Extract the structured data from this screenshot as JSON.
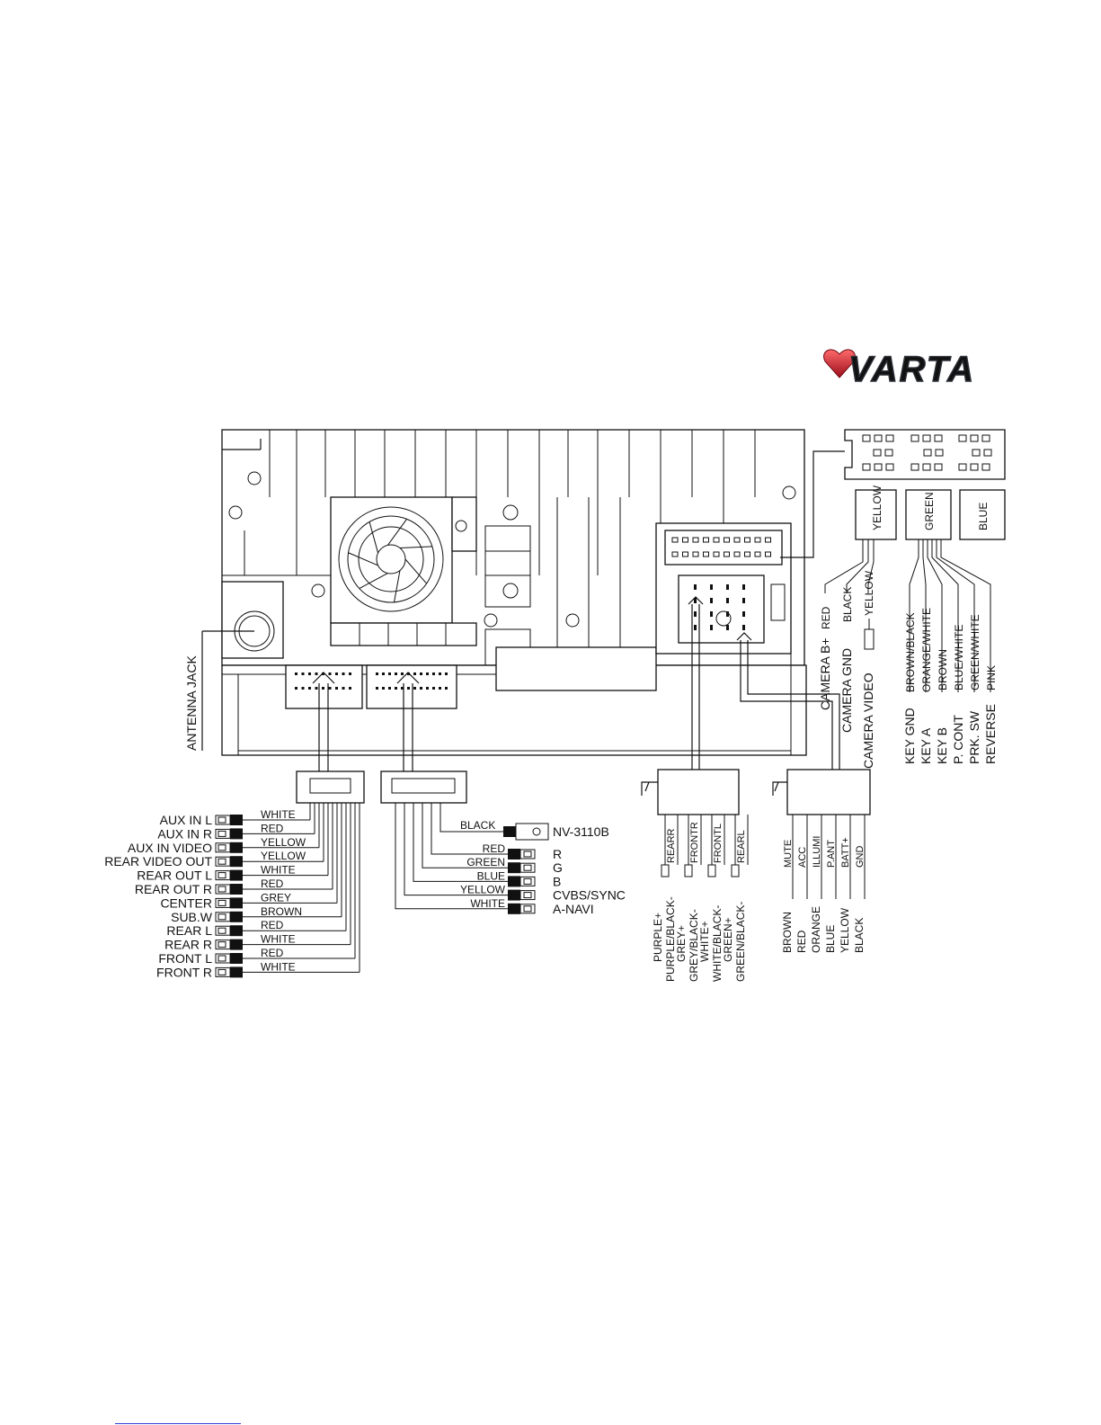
{
  "logo": {
    "text": "VARTA",
    "colors": {
      "red": "#c8182a",
      "steel": "#8c95a3",
      "dark": "#2c3038"
    }
  },
  "unit": {
    "antenna_label": "ANTENNA JACK"
  },
  "left_harness": {
    "labels": [
      "AUX IN L",
      "AUX IN R",
      "AUX IN VIDEO",
      "REAR VIDEO OUT",
      "REAR OUT L",
      "REAR OUT R",
      "CENTER",
      "SUB.W",
      "REAR L",
      "REAR R",
      "FRONT L",
      "FRONT R"
    ],
    "wire_colors": [
      "WHITE",
      "RED",
      "YELLOW",
      "YELLOW",
      "WHITE",
      "RED",
      "GREY",
      "BROWN",
      "RED",
      "WHITE",
      "RED",
      "WHITE"
    ]
  },
  "video_harness": {
    "camera": {
      "wire": "BLACK",
      "label": "NV-3110B"
    },
    "outputs": [
      {
        "wire": "RED",
        "label": "R"
      },
      {
        "wire": "GREEN",
        "label": "G"
      },
      {
        "wire": "BLUE",
        "label": "B"
      },
      {
        "wire": "YELLOW",
        "label": "CVBS/SYNC"
      },
      {
        "wire": "WHITE",
        "label": "A-NAVI"
      }
    ]
  },
  "speaker_harness": {
    "channels": [
      {
        "name": "REARR",
        "plus": "PURPLE+",
        "minus": "PURPLE/BLACK-"
      },
      {
        "name": "FRONTR",
        "plus": "GREY+",
        "minus": "GREY/BLACK-"
      },
      {
        "name": "FRONTL",
        "plus": "WHITE+",
        "minus": "WHITE/BLACK-"
      },
      {
        "name": "REARL",
        "plus": "GREEN+",
        "minus": "GREEN/BLACK-"
      }
    ]
  },
  "power_harness": {
    "functions": [
      "MUTE",
      "ACC",
      "ILLUMI",
      "P.ANT",
      "BATT+",
      "GND"
    ],
    "colors": [
      "BROWN",
      "RED",
      "ORANGE",
      "BLUE",
      "YELLOW",
      "BLACK"
    ]
  },
  "camera_harness": {
    "block": "YELLOW",
    "wires": [
      {
        "color": "RED",
        "label": "CAMERA B+"
      },
      {
        "color": "BLACK",
        "label": "CAMERA GND"
      },
      {
        "color": "YELLOW",
        "label": "CAMERA VIDEO"
      }
    ]
  },
  "key_harness": {
    "block_green": "GREEN",
    "block_blue": "BLUE",
    "wires": [
      {
        "color": "BROWN/BLACK",
        "label": "KEY GND"
      },
      {
        "color": "ORANGE/WHITE",
        "label": "KEY A"
      },
      {
        "color": "BROWN",
        "label": "KEY B"
      },
      {
        "color": "BLUE/WHITE",
        "label": "P. CONT"
      },
      {
        "color": "GREEN/WHITE",
        "label": "PRK. SW"
      },
      {
        "color": "PINK",
        "label": "REVERSE"
      }
    ]
  }
}
